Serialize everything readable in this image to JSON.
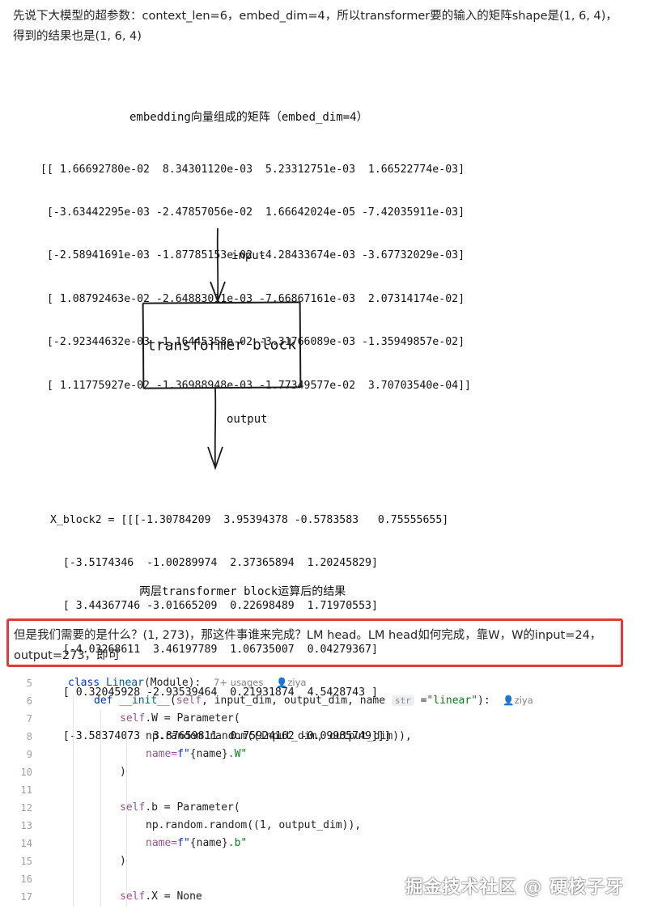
{
  "intro_text": "先说下大模型的超参数：context_len=6，embed_dim=4，所以transformer要的输入的矩阵shape是(1, 6, 4)，得到的结果也是(1, 6, 4)",
  "diagram": {
    "embedding_caption": "embedding向量组成的矩阵（embed_dim=4）",
    "embedding_matrix": [
      "[[ 1.66692780e-02  8.34301120e-03  5.23312751e-03  1.66522774e-03]",
      " [-3.63442295e-03 -2.47857056e-02  1.66642024e-05 -7.42035911e-03]",
      " [-2.58941691e-03 -1.87785153e-02 -4.28433674e-03 -3.67732029e-03]",
      " [ 1.08792463e-02 -2.64883011e-03 -7.66867161e-03  2.07314174e-02]",
      " [-2.92344632e-03 -1.16445358e-02 -3.31766089e-03 -1.35949857e-02]",
      " [ 1.11775927e-02 -1.36988948e-03 -1.77349577e-02  3.70703540e-04]]"
    ],
    "input_label": "input",
    "block_label": "transformer block",
    "output_label": "output",
    "output_matrix": [
      "X_block2 = [[[-1.30784209  3.95394378 -0.5783583   0.75555655]",
      "  [-3.5174346  -1.00289974  2.37365894  1.20245829]",
      "  [ 3.44367746 -3.01665209  0.22698489  1.71970553]",
      "  [-4.03268611  3.46197789  1.06735007  0.04279367]",
      "  [ 0.32045928 -2.93539464  0.21931874  4.5428743 ]",
      "  [-3.58374073  3.87659811  0.75924162 -0.09985749]]]"
    ],
    "output_caption": "两层transformer block运算后的结果"
  },
  "highlight_text": "但是我们需要的是什么？(1, 273)，那这件事谁来完成？LM head。LM head如何完成，靠W，W的input=24，output=273，即可",
  "code": {
    "line_numbers": [
      "5",
      "6",
      "7",
      "8",
      "9",
      "10",
      "11",
      "12",
      "13",
      "14",
      "15",
      "16",
      "17"
    ],
    "usages_hint": "7+ usages",
    "author": "ziya",
    "param_type_hint": "str",
    "lines": {
      "l5_kw": "class",
      "l5_name": "Linear",
      "l5_rest": "(Module):",
      "l6_kw": "def",
      "l6_name": "__init__",
      "l6_a": "(",
      "l6_self": "self",
      "l6_b": ", input_dim, output_dim, name",
      "l6_c": "=",
      "l6_str": "\"linear\"",
      "l6_d": "):",
      "l7_self": "self",
      "l7_rest": ".W = Parameter(",
      "l8": "np.random.random((input_dim, output_dim)),",
      "l9_a": "name=",
      "l9_f": "f\"",
      "l9_b": "{name}",
      "l9_str": ".W\"",
      "l10": ")",
      "l12_self": "self",
      "l12_rest": ".b = Parameter(",
      "l13": "np.random.random((1, output_dim)),",
      "l14_a": "name=",
      "l14_f": "f\"",
      "l14_b": "{name}",
      "l14_str": ".b\"",
      "l15": ")",
      "l17_self": "self",
      "l17_rest": ".X = None"
    }
  },
  "watermark": "掘金技术社区 @ 硬核子牙",
  "colors": {
    "highlight_border": "#e23b3b",
    "keyword": "#0033b3",
    "function": "#00627a",
    "self": "#94558d",
    "string": "#067d17"
  }
}
